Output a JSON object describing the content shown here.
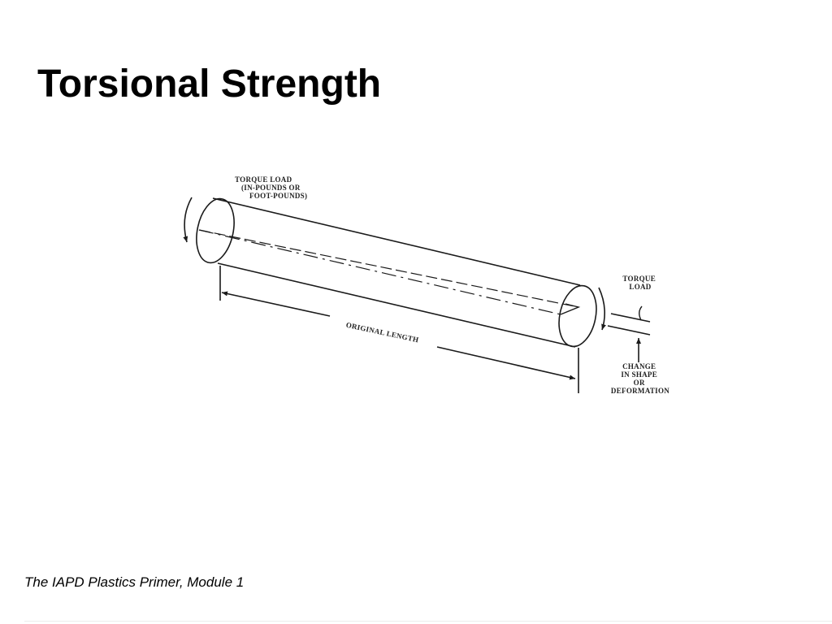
{
  "slide": {
    "title": "Torsional Strength",
    "footer": "The IAPD Plastics Primer, Module 1"
  },
  "diagram": {
    "torque_load_left": [
      "TORQUE LOAD",
      "(IN-POUNDS OR",
      "FOOT-POUNDS)"
    ],
    "torque_load_right": [
      "TORQUE",
      "LOAD"
    ],
    "original_length": "ORIGINAL LENGTH",
    "change_in_shape": [
      "CHANGE",
      "IN SHAPE",
      "OR",
      "DEFORMATION"
    ]
  }
}
